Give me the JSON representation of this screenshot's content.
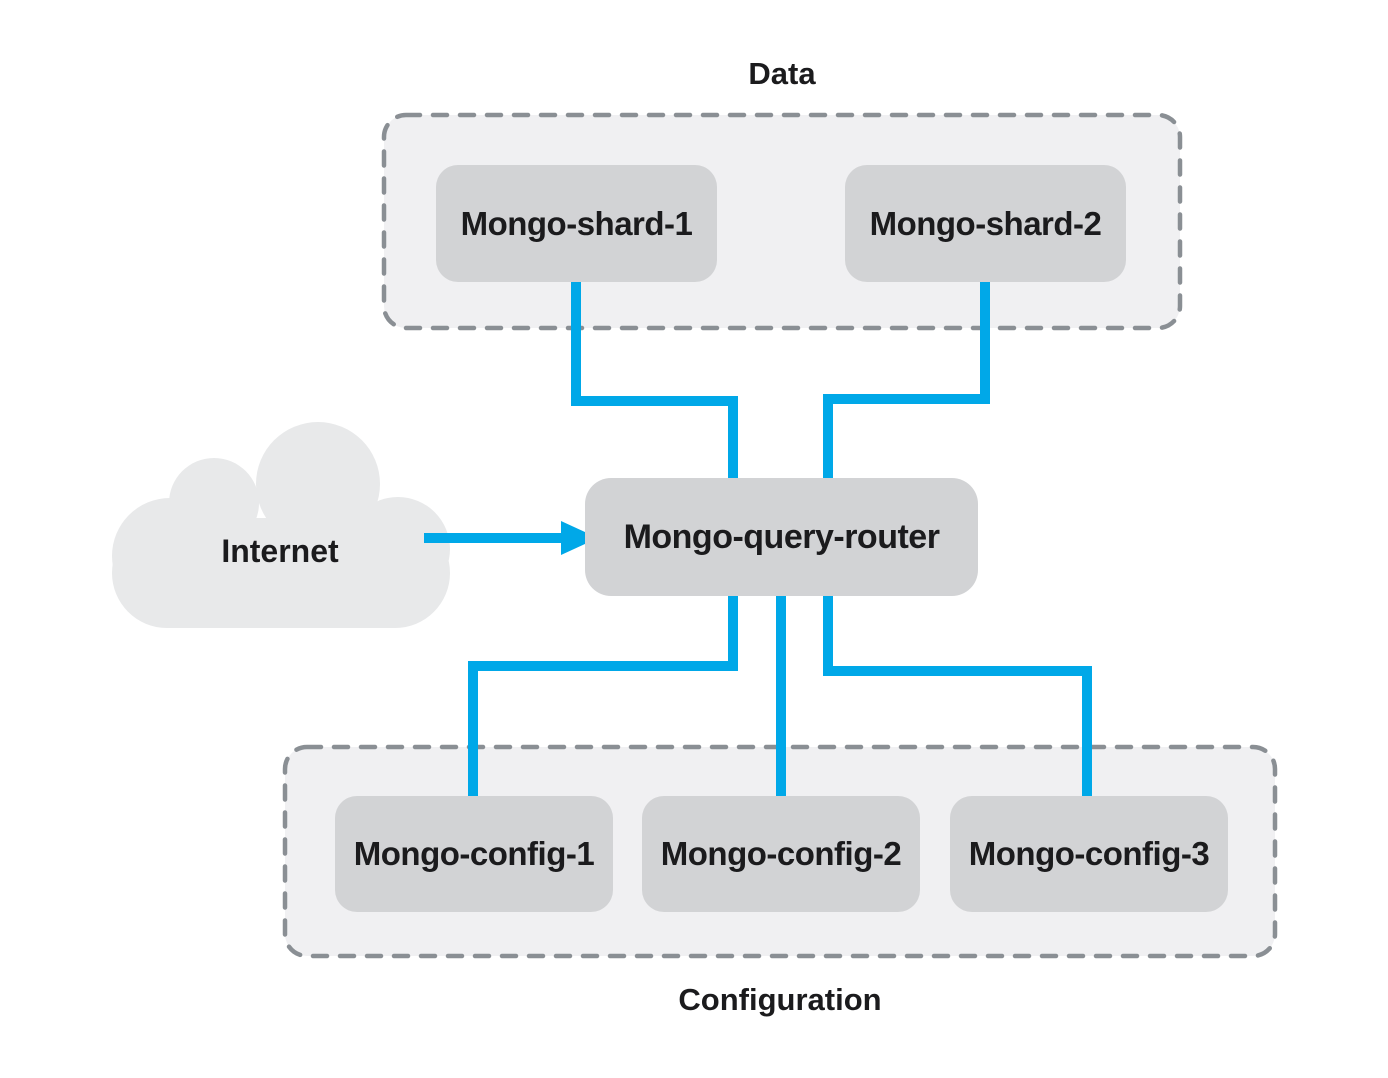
{
  "diagram": {
    "groups": {
      "data": {
        "label": "Data"
      },
      "configuration": {
        "label": "Configuration"
      }
    },
    "cloud": {
      "label": "Internet"
    },
    "router": {
      "label": "Mongo-query-router"
    },
    "shards": [
      {
        "label": "Mongo-shard-1"
      },
      {
        "label": "Mongo-shard-2"
      }
    ],
    "configs": [
      {
        "label": "Mongo-config-1"
      },
      {
        "label": "Mongo-config-2"
      },
      {
        "label": "Mongo-config-3"
      }
    ],
    "colors": {
      "connector_blue": "#00a8e8",
      "node_fill": "#d2d3d5",
      "group_fill": "#f0f0f2",
      "group_border": "#8a8f94",
      "cloud_fill": "#e8e9ea",
      "text": "#1b1b1d",
      "background": "#ffffff"
    }
  }
}
